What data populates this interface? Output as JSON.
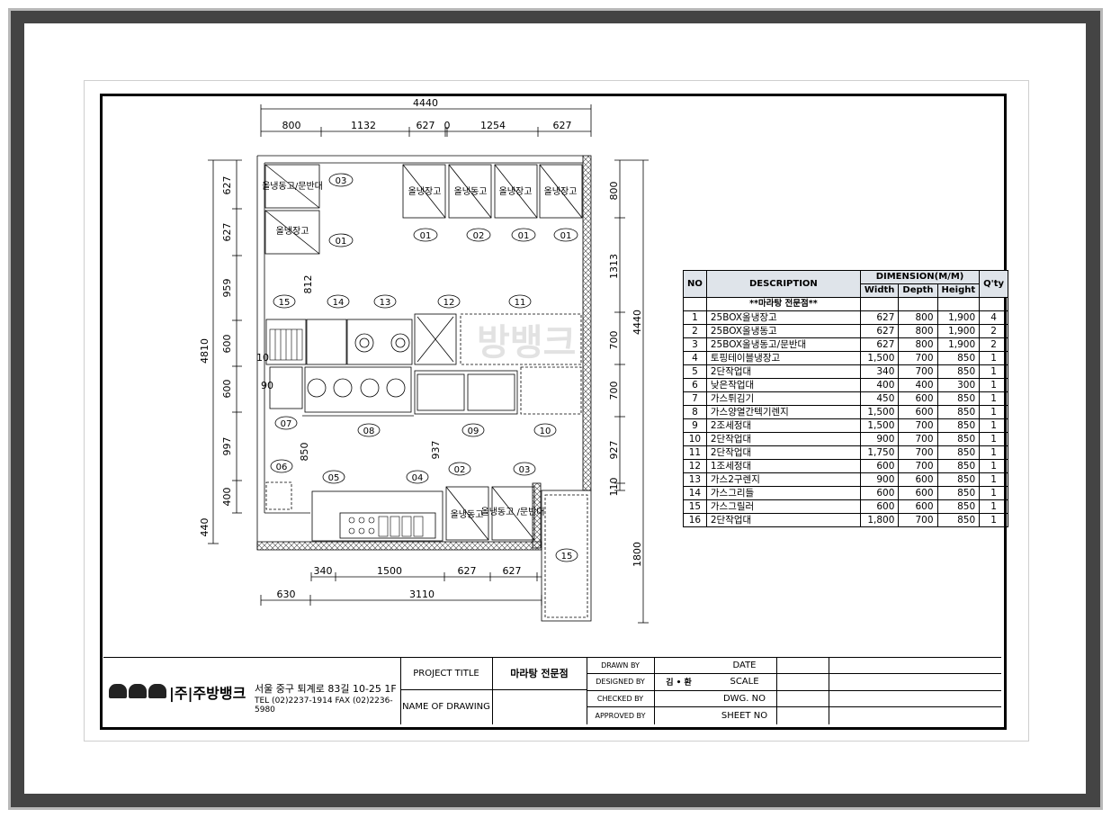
{
  "overall_width": "4440",
  "top_dims": [
    "800",
    "1132",
    "627",
    "0",
    "1254",
    "627"
  ],
  "left_dims": [
    "627",
    "627",
    "959",
    "600",
    "600",
    "997",
    "400",
    "440"
  ],
  "left_total": "4810",
  "right_dims": [
    "800",
    "1313",
    "700",
    "700",
    "927",
    "110",
    "1800"
  ],
  "right_total": "4440",
  "bottom_dims_1": [
    "340",
    "1500",
    "627",
    "627"
  ],
  "bottom_dims_2": [
    "630",
    "3110"
  ],
  "inner_dims": [
    "812",
    "10",
    "90",
    "850",
    "937"
  ],
  "equipment_labels": {
    "a": "올냉동고/문반대",
    "b": "올냉장고",
    "c": "올냉장고",
    "d": "올냉동고",
    "e": "올냉장고",
    "f": "올냉장고",
    "g": "올냉동고",
    "h": "올냉동고\n/문반대"
  },
  "callouts": [
    "03",
    "01",
    "01",
    "02",
    "01",
    "01",
    "15",
    "14",
    "13",
    "12",
    "11",
    "07",
    "08",
    "09",
    "10",
    "06",
    "05",
    "04",
    "02",
    "03",
    "15"
  ],
  "table": {
    "h_no": "NO",
    "h_desc": "DESCRIPTION",
    "h_dim": "DIMENSION(M/M)",
    "h_w": "Width",
    "h_d": "Depth",
    "h_h": "Height",
    "h_q": "Q'ty",
    "group": "**마라탕 전문점**",
    "rows": [
      [
        "1",
        "25BOX올냉장고",
        "627",
        "800",
        "1,900",
        "4"
      ],
      [
        "2",
        "25BOX올냉동고",
        "627",
        "800",
        "1,900",
        "2"
      ],
      [
        "3",
        "25BOX올냉동고/문반대",
        "627",
        "800",
        "1,900",
        "2"
      ],
      [
        "4",
        "토핑테이블냉장고",
        "1,500",
        "700",
        "850",
        "1"
      ],
      [
        "5",
        "2단작업대",
        "340",
        "700",
        "850",
        "1"
      ],
      [
        "6",
        "낮은작업대",
        "400",
        "400",
        "300",
        "1"
      ],
      [
        "7",
        "가스튀김기",
        "450",
        "600",
        "850",
        "1"
      ],
      [
        "8",
        "가스양열간텍기렌지",
        "1,500",
        "600",
        "850",
        "1"
      ],
      [
        "9",
        "2조세정대",
        "1,500",
        "700",
        "850",
        "1"
      ],
      [
        "10",
        "2단작업대",
        "900",
        "700",
        "850",
        "1"
      ],
      [
        "11",
        "2단작업대",
        "1,750",
        "700",
        "850",
        "1"
      ],
      [
        "12",
        "1조세정대",
        "600",
        "700",
        "850",
        "1"
      ],
      [
        "13",
        "가스2구렌지",
        "900",
        "600",
        "850",
        "1"
      ],
      [
        "14",
        "가스그리들",
        "600",
        "600",
        "850",
        "1"
      ],
      [
        "15",
        "가스그릴러",
        "600",
        "600",
        "850",
        "1"
      ],
      [
        "16",
        "2단작업대",
        "1,800",
        "700",
        "850",
        "1"
      ]
    ]
  },
  "watermark": "방뱅크",
  "title_block": {
    "company": "|주|주방뱅크",
    "address": "서울 중구 퇴계로 83길 10-25 1F",
    "tel": "TEL (02)2237-1914 FAX (02)2236-5980",
    "project_title_label": "PROJECT TITLE",
    "project_title": "마라탕 전문점",
    "name_of_drawing_label": "NAME OF DRAWING",
    "drawn_by": "DRAWN BY",
    "designed_by": "DESIGNED BY",
    "designer": "김 • 환",
    "checked_by": "CHECKED BY",
    "approved_by": "APPROVED BY",
    "date": "DATE",
    "scale": "SCALE",
    "dwg_no": "DWG. NO",
    "sheet_no": "SHEET NO"
  }
}
